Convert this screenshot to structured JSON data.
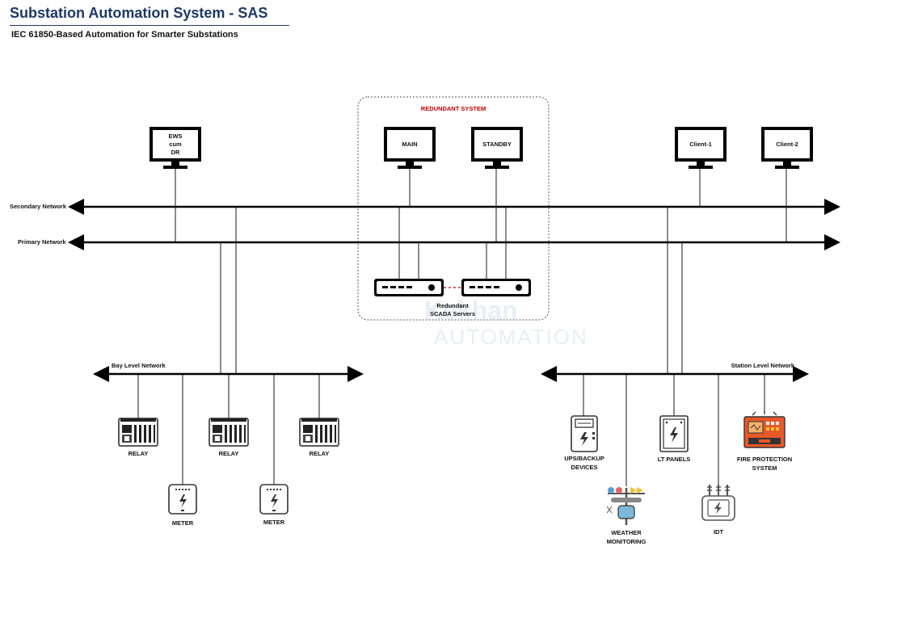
{
  "header": {
    "title": "Substation Automation System - SAS",
    "subtitle": "IEC 61850-Based Automation for Smarter Substations"
  },
  "networks": {
    "secondary": "Secondary Network",
    "primary": "Primary Network",
    "bay_level": "Bay Level Network",
    "station_level": "Station Level Network"
  },
  "redundant": {
    "title": "REDUNDANT SYSTEM",
    "servers_line1": "Redundant",
    "servers_line2": "SCADA Servers"
  },
  "workstations": {
    "ews": [
      "EWS",
      "cum",
      "DR"
    ],
    "main": "MAIN",
    "standby": "STANDBY",
    "client1": "Client-1",
    "client2": "Client-2"
  },
  "bay_devices": {
    "relay": "RELAY",
    "meter": "METER"
  },
  "station_devices": {
    "ups": [
      "UPS/BACKUP",
      "DEVICES"
    ],
    "weather": [
      "WEATHER",
      "MONITORING"
    ],
    "lt_panels": "LT PANELS",
    "idt": "IDT",
    "fire": [
      "FIRE PROTECTION",
      "SYSTEM"
    ]
  },
  "watermark": {
    "line1": "Kekhan",
    "line2": "AUTOMATION"
  },
  "colors": {
    "title": "#1f3864",
    "redundant_title": "#c00000",
    "link": "#c00000",
    "fire_orange": "#e8582a"
  }
}
